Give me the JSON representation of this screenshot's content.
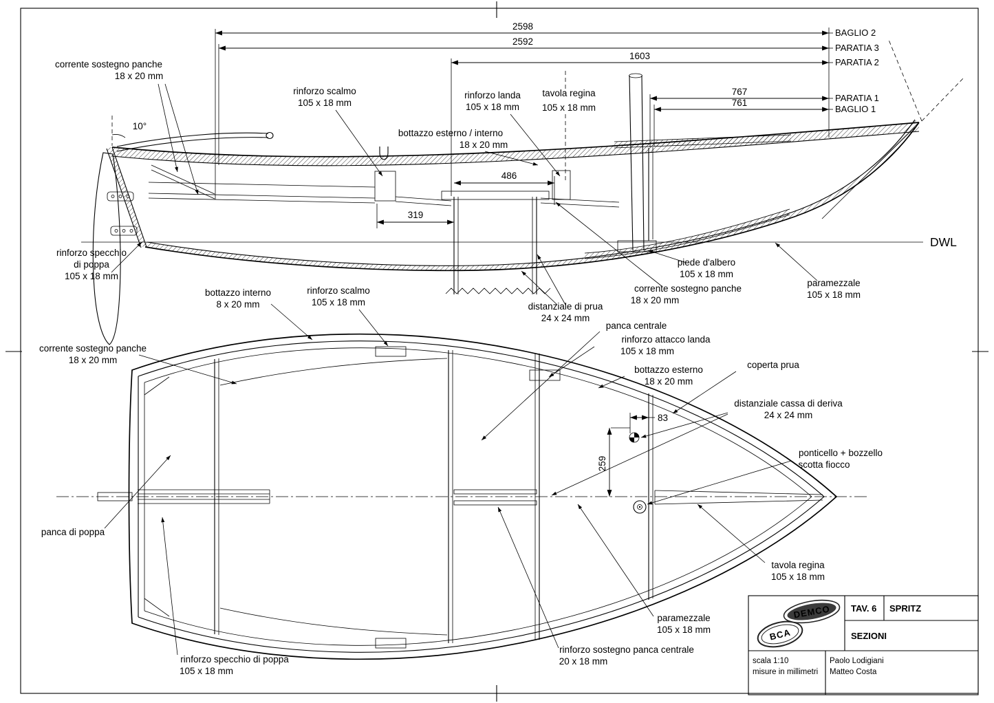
{
  "misc": {
    "dwl": "DWL"
  },
  "dims": {
    "d2598": "2598",
    "d2592": "2592",
    "d1603": "1603",
    "d767": "767",
    "d761": "761",
    "d486": "486",
    "d319": "319",
    "d83": "83",
    "d259": "259",
    "angle10": "10°"
  },
  "stations": {
    "baglio2": "BAGLIO 2",
    "paratia3": "PARATIA 3",
    "paratia2": "PARATIA 2",
    "paratia1": "PARATIA 1",
    "baglio1": "BAGLIO 1"
  },
  "side": {
    "csp_top_1": "corrente sostegno panche",
    "csp_top_2": "18 x 20 mm",
    "scalmo_1": "rinforzo scalmo",
    "scalmo_2": "105 x 18 mm",
    "bottazzo_1": "bottazzo esterno / interno",
    "bottazzo_2": "18 x 20 mm",
    "landa_1": "rinforzo landa",
    "landa_2": "105 x 18 mm",
    "regina_1": "tavola regina",
    "regina_2": "105 x 18 mm",
    "specchio_1": "rinforzo specchio",
    "specchio_2": "di poppa",
    "specchio_3": "105 x 18 mm",
    "dist_prua_1": "distanziale di prua",
    "dist_prua_2": "24 x 24 mm",
    "piede_1": "piede d'albero",
    "piede_2": "105 x 18 mm",
    "csp_right_1": "corrente sostegno panche",
    "csp_right_2": "18 x 20 mm",
    "paramezzale_1": "paramezzale",
    "paramezzale_2": "105 x 18 mm"
  },
  "plan": {
    "bott_int_1": "bottazzo interno",
    "bott_int_2": "8 x 20 mm",
    "scalmo_1": "rinforzo scalmo",
    "scalmo_2": "105 x 18 mm",
    "panca_centrale": "panca centrale",
    "attacco_landa_1": "rinforzo attacco landa",
    "attacco_landa_2": "105 x 18 mm",
    "bott_est_1": "bottazzo esterno",
    "bott_est_2": "18 x 20 mm",
    "coperta_prua": "coperta prua",
    "csp_1": "corrente sostegno panche",
    "csp_2": "18 x 20 mm",
    "dist_cassa_1": "distanziale cassa di deriva",
    "dist_cassa_2": "24 x 24 mm",
    "ponticello_1": "ponticello + bozzello",
    "ponticello_2": "scotta fiocco",
    "panca_poppa": "panca di poppa",
    "regina_1": "tavola regina",
    "regina_2": "105 x 18 mm",
    "paramezzale_1": "paramezzale",
    "paramezzale_2": "105 x 18 mm",
    "sostegno_1": "rinforzo sostegno panca centrale",
    "sostegno_2": "20 x 18 mm",
    "specchio_1": "rinforzo specchio di poppa",
    "specchio_2": "105 x 18 mm"
  },
  "title_block": {
    "tav": "TAV. 6",
    "name": "SPRITZ",
    "sheet": "SEZIONI",
    "scale": "scala 1:10",
    "units": "misure in millimetri",
    "author1": "Paolo Lodigiani",
    "author2": "Matteo Costa",
    "logo1": "BCA",
    "logo2": "DEMCO"
  }
}
